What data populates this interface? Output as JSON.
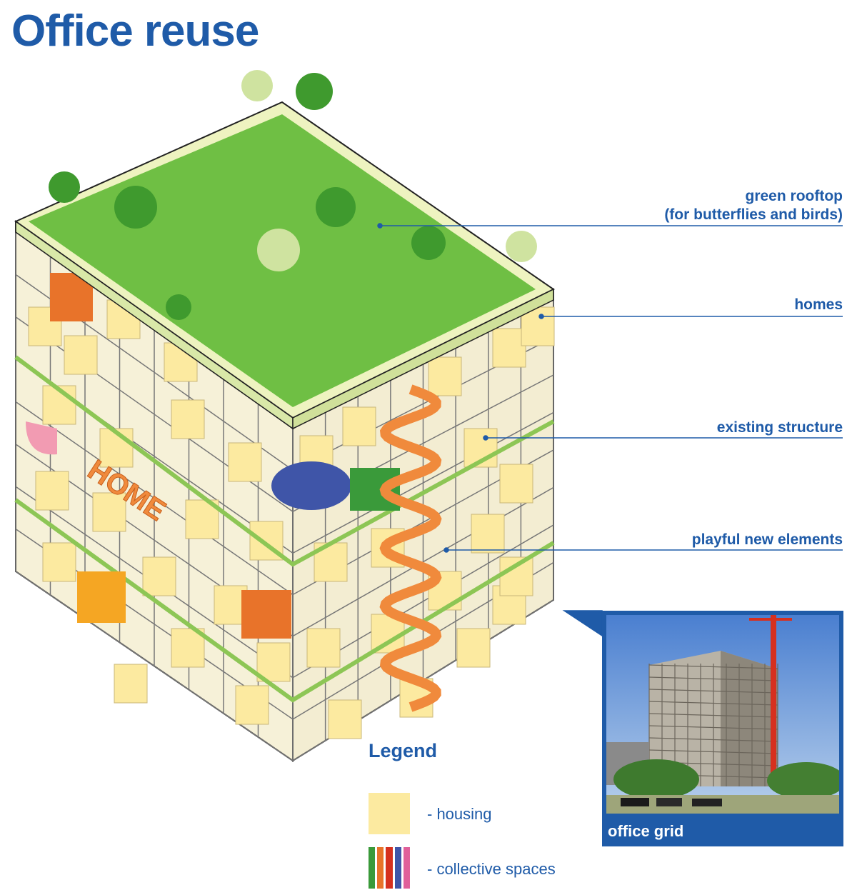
{
  "title": "Office reuse",
  "callouts": {
    "green_rooftop": "green rooftop\n(for butterflies and birds)",
    "homes": "homes",
    "existing_structure": "existing structure",
    "playful_new_elements": "playful new elements"
  },
  "home_sign": "HOME",
  "legend": {
    "title": "Legend",
    "housing": "- housing",
    "collective_spaces": "- collective spaces"
  },
  "photo_caption": "office grid",
  "colors": {
    "accent_blue": "#1f5ba8",
    "housing": "#fceaa0",
    "collective": [
      "#3a9a3a",
      "#e8732a",
      "#d6301f",
      "#3f55a8",
      "#e0609a"
    ],
    "roof_green": "#6fbf44",
    "slide_orange": "#f08a3c"
  }
}
